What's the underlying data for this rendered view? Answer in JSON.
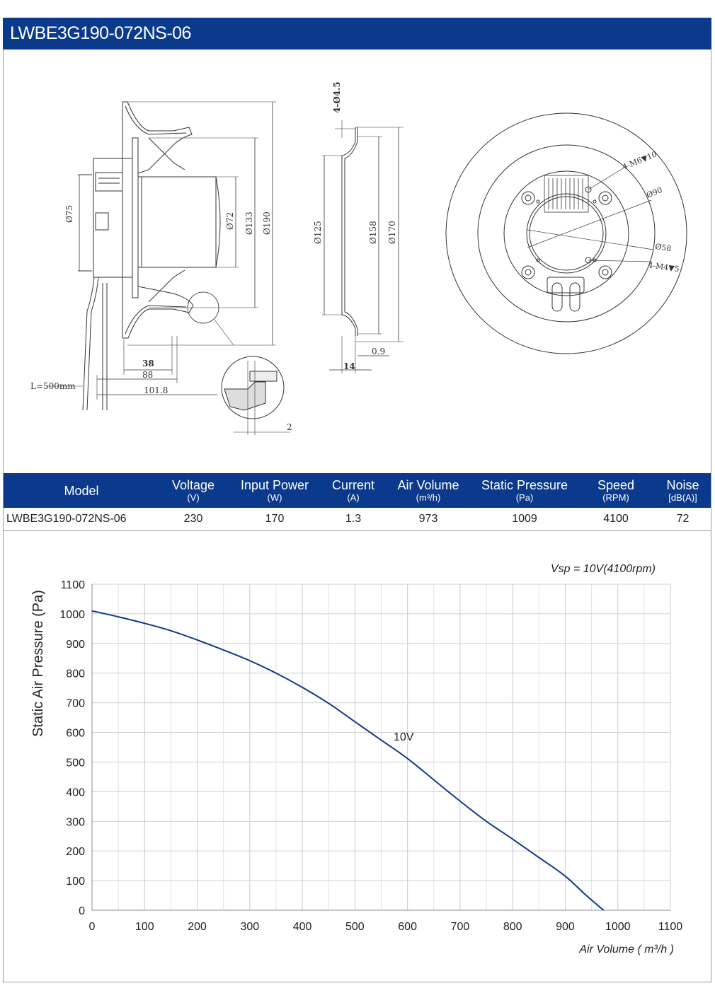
{
  "title": "LWBE3G190-072NS-06",
  "drawing": {
    "dims": {
      "d75": "Ø75",
      "d72": "Ø72",
      "d133": "Ø133",
      "d190": "Ø190",
      "l500": "L=500mm",
      "d38": "38",
      "d88": "88",
      "d101": "101.8",
      "d2": "2",
      "holes": "4-Ø4.5",
      "d125": "Ø125",
      "d158": "Ø158",
      "d170": "Ø170",
      "d09": "0.9",
      "d14": "14",
      "m6": "4-M6▼10",
      "d90": "Ø90",
      "d58": "Ø58",
      "m4": "4-M4▼5"
    }
  },
  "table": {
    "headers": [
      {
        "label": "Model",
        "unit": ""
      },
      {
        "label": "Voltage",
        "unit": "(V)"
      },
      {
        "label": "Input Power",
        "unit": "(W)"
      },
      {
        "label": "Current",
        "unit": "(A)"
      },
      {
        "label": "Air Volume",
        "unit": "(m³/h)"
      },
      {
        "label": "Static Pressure",
        "unit": "(Pa)"
      },
      {
        "label": "Speed",
        "unit": "(RPM)"
      },
      {
        "label": "Noise",
        "unit": "[dB(A)]"
      }
    ],
    "row": [
      "LWBE3G190-072NS-06",
      "230",
      "170",
      "1.3",
      "973",
      "1009",
      "4100",
      "72"
    ]
  },
  "chart_data": {
    "type": "line",
    "title": "Vsp = 10V(4100rpm)",
    "xlabel": "Air Volume ( m³/h )",
    "ylabel": "Static Air Pressure  (Pa)",
    "xlim": [
      0,
      1100
    ],
    "ylim": [
      0,
      1100
    ],
    "xticks": [
      0,
      100,
      200,
      300,
      400,
      500,
      600,
      700,
      800,
      900,
      1000,
      1100
    ],
    "yticks": [
      0,
      100,
      200,
      300,
      400,
      500,
      600,
      700,
      800,
      900,
      1000,
      1100
    ],
    "minor_grid_x": 50,
    "grid": true,
    "series": [
      {
        "name": "10V",
        "color": "#0b3a8c",
        "x": [
          0,
          50,
          100,
          150,
          200,
          250,
          300,
          350,
          400,
          450,
          500,
          550,
          600,
          650,
          700,
          750,
          800,
          850,
          900,
          940,
          973
        ],
        "y": [
          1010,
          990,
          968,
          943,
          912,
          878,
          842,
          800,
          752,
          698,
          636,
          574,
          512,
          440,
          368,
          300,
          240,
          178,
          115,
          50,
          0
        ]
      }
    ]
  }
}
